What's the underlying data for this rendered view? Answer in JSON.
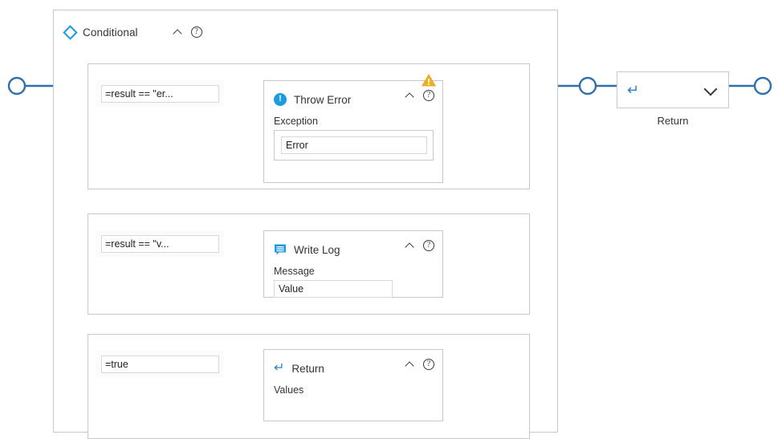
{
  "diagram": {
    "type": "workflow-designer",
    "accent_color": "#2f6fad",
    "node_border_color": "#c8c8cc",
    "icon_blue": "#1e9ae0",
    "warning_color": "#f2b01e"
  },
  "conditional": {
    "title": "Conditional",
    "icon": "diamond-icon",
    "collapse_icon": "chevron-up-icon",
    "help_icon": "help-icon",
    "branches": [
      {
        "condition": "=result == \"er...",
        "node": {
          "title": "Throw Error",
          "icon": "info-icon",
          "collapse_icon": "chevron-up-icon",
          "help_icon": "help-icon",
          "has_warning": true,
          "warning_icon": "warning-triangle-icon",
          "field_label": "Exception",
          "field_value": "Error"
        }
      },
      {
        "condition": "=result == \"v...",
        "node": {
          "title": "Write Log",
          "icon": "message-icon",
          "collapse_icon": "chevron-up-icon",
          "help_icon": "help-icon",
          "has_warning": false,
          "field_label": "Message",
          "field_value": "Value"
        }
      },
      {
        "condition": "=true",
        "node": {
          "title": "Return",
          "icon": "return-arrow-icon",
          "collapse_icon": "chevron-up-icon",
          "help_icon": "help-icon",
          "has_warning": false,
          "field_label": "Values",
          "field_value": ""
        }
      }
    ]
  },
  "return_node": {
    "label": "Return",
    "icon": "return-arrow-icon",
    "expand_icon": "chevron-down-icon"
  }
}
